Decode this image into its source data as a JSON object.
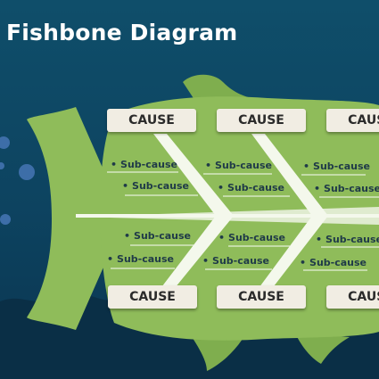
{
  "title": "Fishbone Diagram",
  "colors": {
    "background": "#0f4e6a",
    "fish_body": "#8fbc5a",
    "fish_fin": "#7fae4e",
    "bubbles": "#3d6ea8",
    "label_fill": "#f1ede3",
    "spine": "#e8f0dc"
  },
  "cause_label": "CAUSE",
  "sub_cause_label": "Sub-cause",
  "bullet": "•",
  "causes": {
    "top": [
      "CAUSE",
      "CAUSE",
      "CAUSE"
    ],
    "bottom": [
      "CAUSE",
      "CAUSE",
      "CAUSE"
    ]
  },
  "sub_causes": [
    "Sub-cause",
    "Sub-cause",
    "Sub-cause",
    "Sub-cause",
    "Sub-cause",
    "Sub-cause",
    "Sub-cause",
    "Sub-cause",
    "Sub-cause",
    "Sub-cause",
    "Sub-cause",
    "Sub-cause"
  ]
}
